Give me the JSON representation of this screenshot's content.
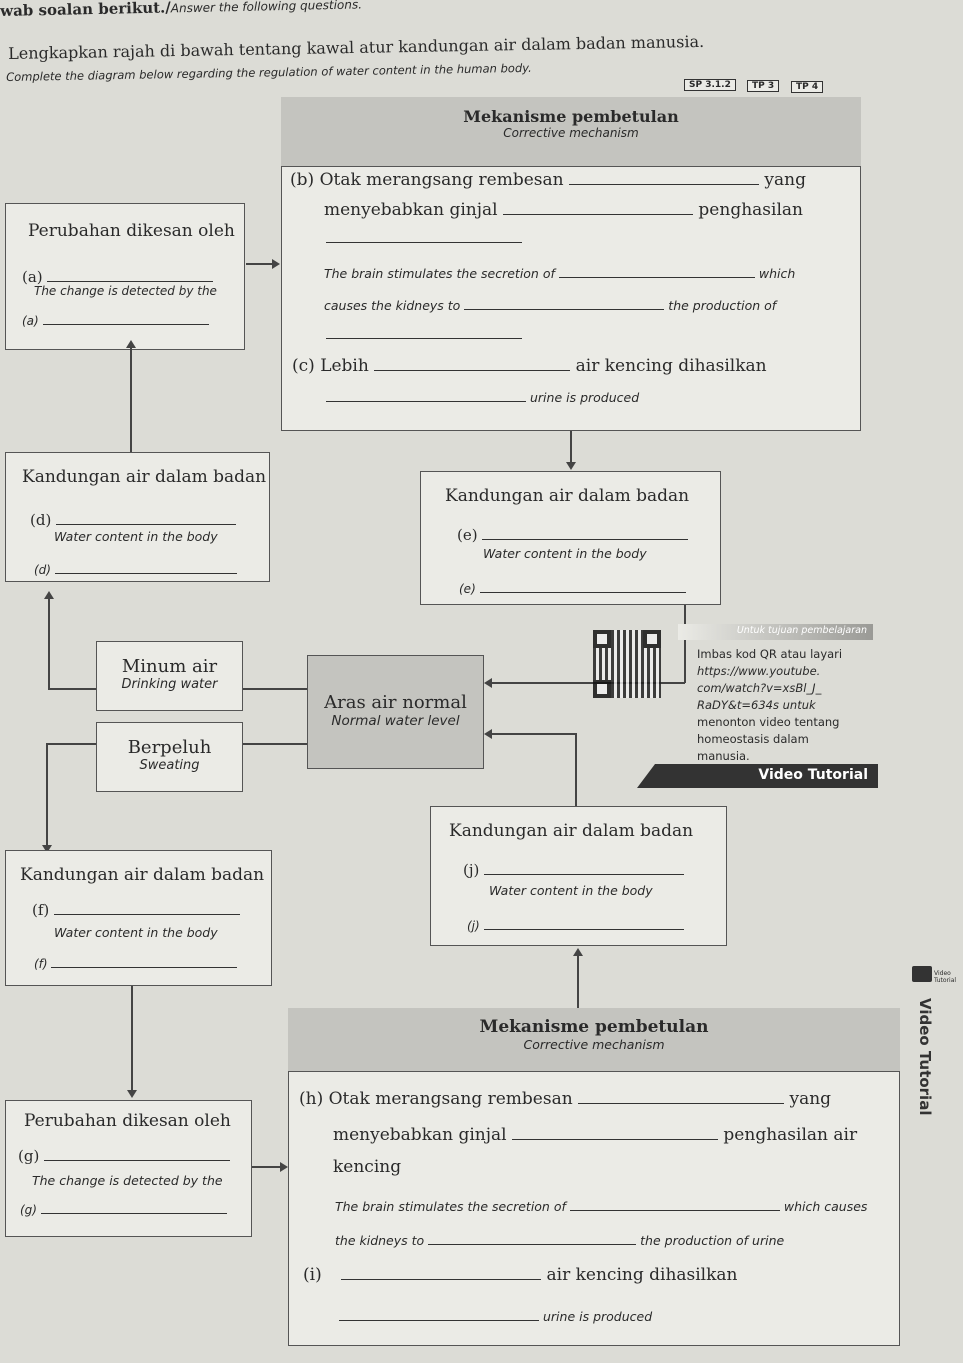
{
  "header": {
    "instr_ms": "wab soalan berikut./",
    "instr_en": "Answer the following questions.",
    "q_ms": "Lengkapkan rajah di bawah tentang kawal atur kandungan air dalam badan manusia.",
    "q_en": "Complete the diagram below regarding the regulation of water content in the human body.",
    "tags": [
      "SP 3.1.2",
      "TP 3",
      "TP 4"
    ]
  },
  "mech_top": {
    "title_ms": "Mekanisme pembetulan",
    "title_en": "Corrective mechanism",
    "b_label": "(b)",
    "b_ms_1": "Otak merangsang rembesan",
    "b_ms_yang": "yang",
    "b_ms_2": "menyebabkan ginjal",
    "b_ms_3": "penghasilan",
    "b_en_1": "The brain stimulates the secretion of",
    "b_en_which": "which",
    "b_en_2": "causes the kidneys to",
    "b_en_3": "the production of",
    "c_label": "(c)",
    "c_ms_1": "Lebih",
    "c_ms_2": "air kencing dihasilkan",
    "c_en": "urine is produced"
  },
  "detect_top": {
    "ms": "Perubahan dikesan oleh",
    "label_ms": "(a)",
    "en": "The change is detected by the",
    "label_en": "(a)"
  },
  "water_d": {
    "ms": "Kandungan air dalam badan",
    "label_ms": "(d)",
    "en": "Water content in the body",
    "label_en": "(d)"
  },
  "water_e": {
    "ms": "Kandungan air dalam badan",
    "label_ms": "(e)",
    "en": "Water content in the body",
    "label_en": "(e)"
  },
  "drinking": {
    "ms": "Minum air",
    "en": "Drinking water"
  },
  "sweating": {
    "ms": "Berpeluh",
    "en": "Sweating"
  },
  "normal": {
    "ms": "Aras air normal",
    "en": "Normal water level"
  },
  "qr": {
    "heading": "Untuk tujuan pembelajaran",
    "line1": "Imbas kod QR atau layari",
    "line2": "https://www.youtube.",
    "line3": "com/watch?v=xsBl_J_",
    "line4": "RaDY&t=634s untuk",
    "line5": "menonton video tentang",
    "line6": "homeostasis dalam",
    "line7": "manusia.",
    "video_label": "Video Tutorial"
  },
  "water_j": {
    "ms": "Kandungan air dalam badan",
    "label_ms": "(j)",
    "en": "Water content in the body",
    "label_en": "(j)"
  },
  "water_f": {
    "ms": "Kandungan air dalam badan",
    "label_ms": "(f)",
    "en": "Water content in the body",
    "label_en": "(f)"
  },
  "side_tab": {
    "label": "Video Tutorial",
    "small": "Video Tutorial"
  },
  "mech_bottom": {
    "title_ms": "Mekanisme pembetulan",
    "title_en": "Corrective mechanism",
    "h_label": "(h)",
    "h_ms_1": "Otak merangsang rembesan",
    "h_ms_yang": "yang",
    "h_ms_2": "menyebabkan ginjal",
    "h_ms_3": "penghasilan air",
    "h_ms_4": "kencing",
    "h_en_1": "The brain stimulates the secretion of",
    "h_en_which": "which causes",
    "h_en_2": "the kidneys to",
    "h_en_3": "the production of urine",
    "i_label": "(i)",
    "i_ms": "air kencing dihasilkan",
    "i_en": "urine is produced"
  },
  "detect_bottom": {
    "ms": "Perubahan dikesan oleh",
    "label_ms": "(g)",
    "en": "The change is detected by the",
    "label_en": "(g)"
  }
}
